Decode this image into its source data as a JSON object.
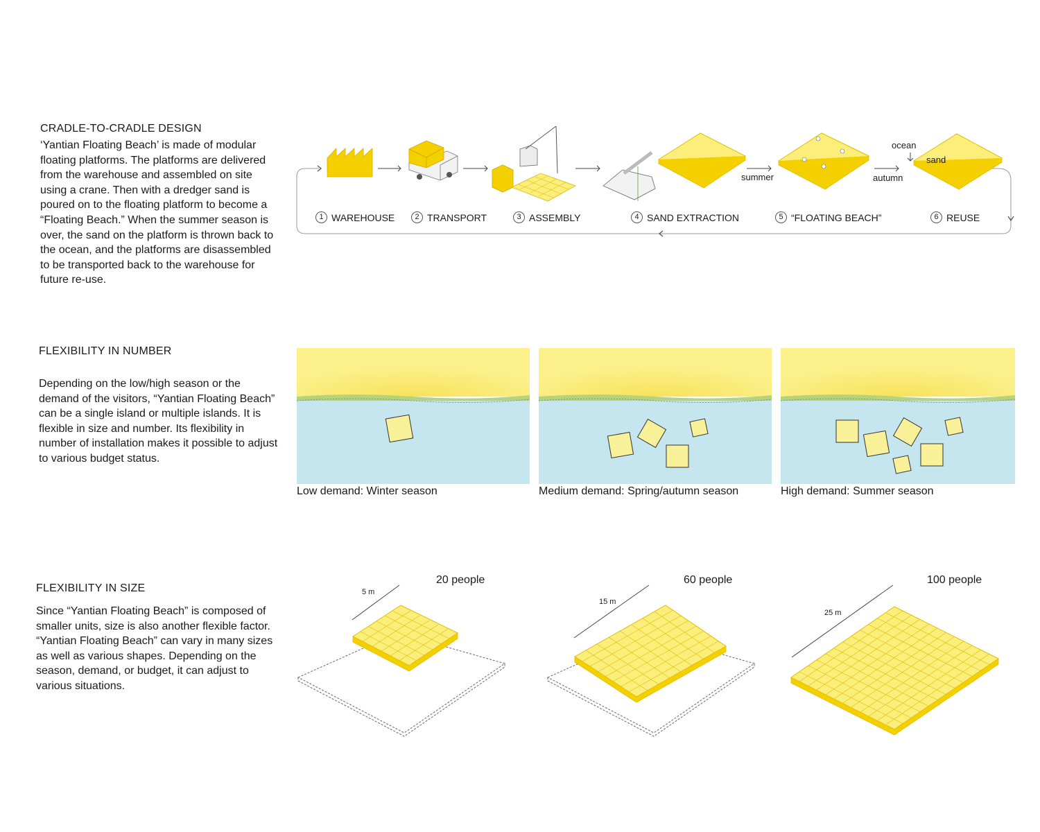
{
  "section1": {
    "heading": "CRADLE-TO-CRADLE DESIGN",
    "paragraph": "‘Yantian Floating Beach’ is made of modular floating platforms. The platforms are delivered from the warehouse and assembled on site using a crane. Then with a dredger sand is poured on to the floating platform to become a “Floating Beach.” When the summer season is over, the sand on the platform is thrown back to the ocean, and the platforms are disassembled to be transported back to the warehouse for future re-use.",
    "steps": [
      {
        "num": "1",
        "label": "WAREHOUSE"
      },
      {
        "num": "2",
        "label": "TRANSPORT"
      },
      {
        "num": "3",
        "label": "ASSEMBLY"
      },
      {
        "num": "4",
        "label": "SAND EXTRACTION"
      },
      {
        "num": "5",
        "label": "“FLOATING BEACH”"
      },
      {
        "num": "6",
        "label": "REUSE"
      }
    ],
    "annotations": {
      "summer": "summer",
      "autumn": "autumn",
      "ocean": "ocean",
      "sand": "sand"
    }
  },
  "section2": {
    "heading": "FLEXIBILITY IN NUMBER",
    "paragraph": "Depending on the low/high season or the demand of the visitors, “Yantian Floating Beach” can be a single island or multiple islands. It is flexible in size and number. Its flexibility in number of installation makes it possible to adjust to various budget status.",
    "panels": [
      {
        "caption": "Low demand: Winter season",
        "islands": 1
      },
      {
        "caption": "Medium demand: Spring/autumn season",
        "islands": 4
      },
      {
        "caption": "High demand: Summer season",
        "islands": 6
      }
    ]
  },
  "section3": {
    "heading": "FLEXIBILITY IN SIZE",
    "paragraph": "Since “Yantian Floating Beach” is composed of smaller units, size is also another flexible factor. “Yantian Floating Beach” can vary in many sizes as well as various shapes. Depending on the season, demand, or budget, it can adjust to various situations.",
    "platforms": [
      {
        "dimension": "5 m",
        "capacity": "20 people"
      },
      {
        "dimension": "15 m",
        "capacity": "60 people"
      },
      {
        "dimension": "25 m",
        "capacity": "100 people"
      }
    ]
  },
  "colors": {
    "yellow": "#f5d000",
    "sand": "#fbee7a",
    "sand_edge": "#e9c400",
    "water": "#c5e6ee",
    "beach": "#fbf08a"
  }
}
